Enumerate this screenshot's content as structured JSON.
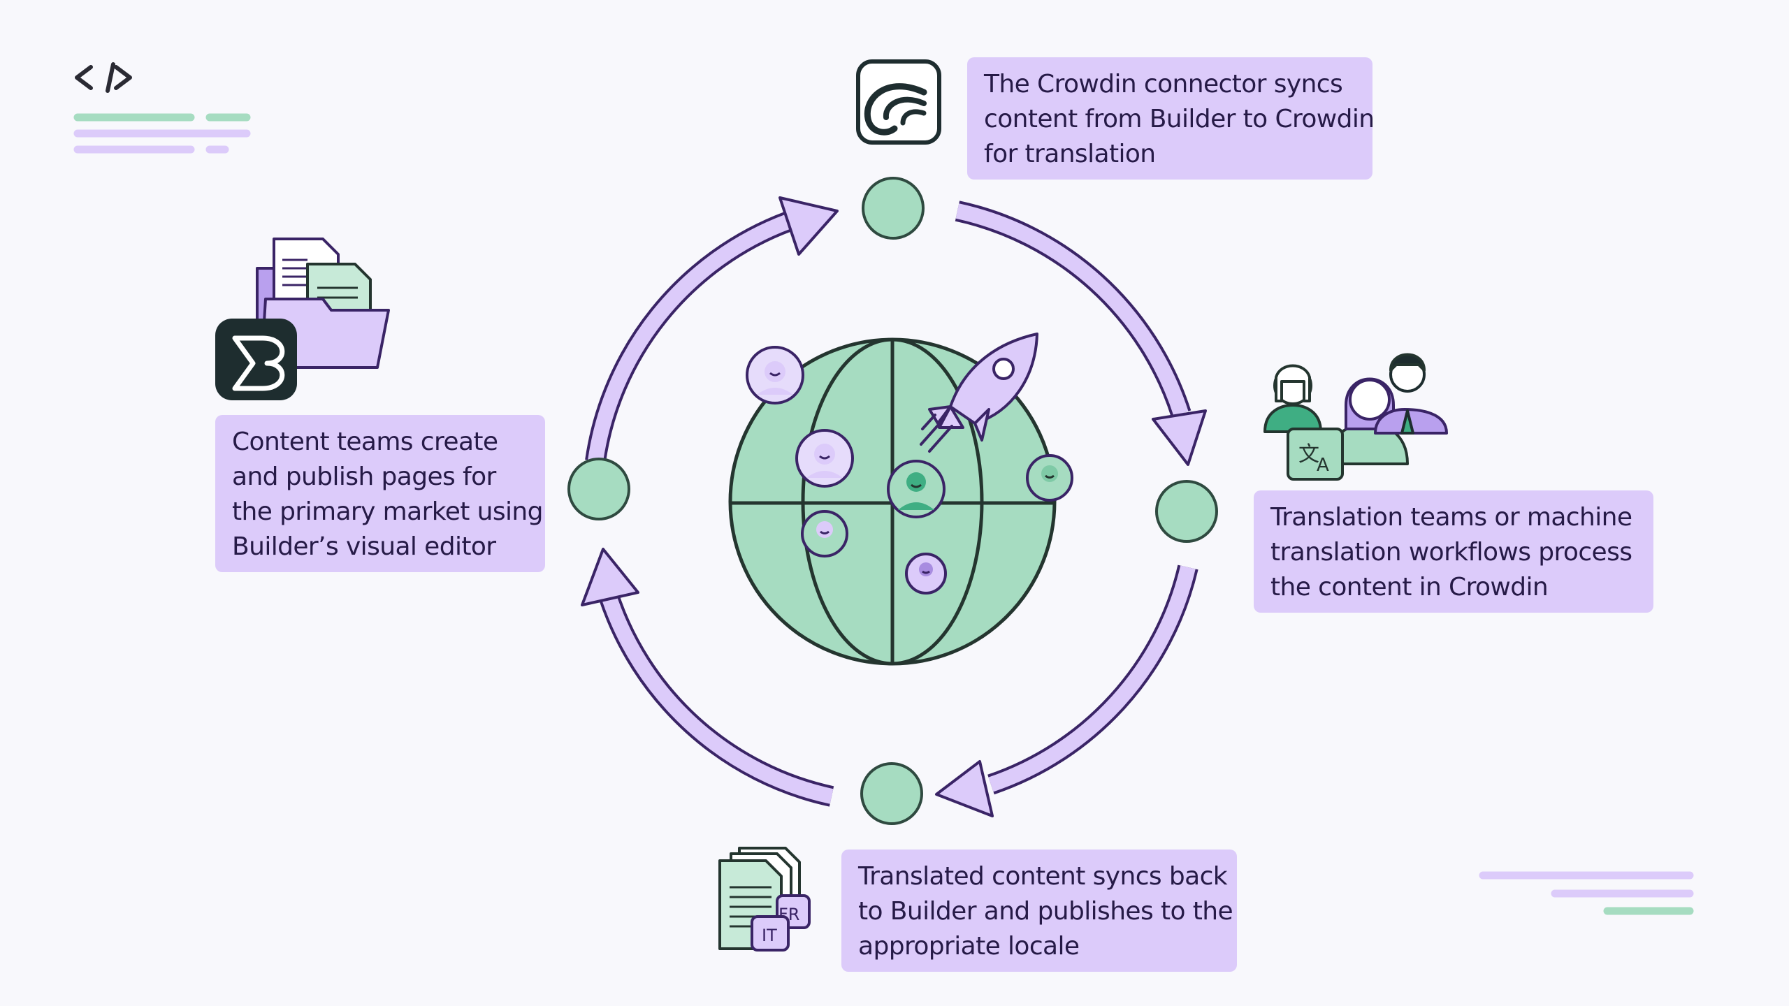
{
  "steps": {
    "crowdin": {
      "lines": [
        "The Crowdin connector syncs",
        "content from Builder to Crowdin",
        "for translation"
      ]
    },
    "builder": {
      "lines": [
        "Content teams create",
        "and publish pages for",
        "the primary market using",
        "Builder’s visual editor"
      ]
    },
    "translate": {
      "lines": [
        "Translation teams or machine",
        "translation workflows process",
        "the content in Crowdin"
      ]
    },
    "syncback": {
      "lines": [
        "Translated content syncs back",
        "to Builder and publishes to the",
        "appropriate locale"
      ]
    }
  },
  "locale_badges": {
    "fr": "FR",
    "it": "IT"
  },
  "icons": {
    "code": "code-brackets-icon",
    "crowdin": "crowdin-logo-icon",
    "builder": "builder-logo-icon",
    "documents": "documents-folder-icon",
    "team": "translation-team-icon",
    "translate": "translate-icon",
    "localized_docs": "localized-documents-icon",
    "rocket": "rocket-icon",
    "globe": "globe-icon"
  },
  "colors": {
    "background": "#f8f8fc",
    "purple_fill": "#dccbfa",
    "green_fill": "#a6dcc1",
    "outline": "#3a2466",
    "text": "#261a47",
    "dark_logo": "#1e2d2f",
    "green_line": "#a6dcc1",
    "purple_line": "#dccbfa"
  }
}
